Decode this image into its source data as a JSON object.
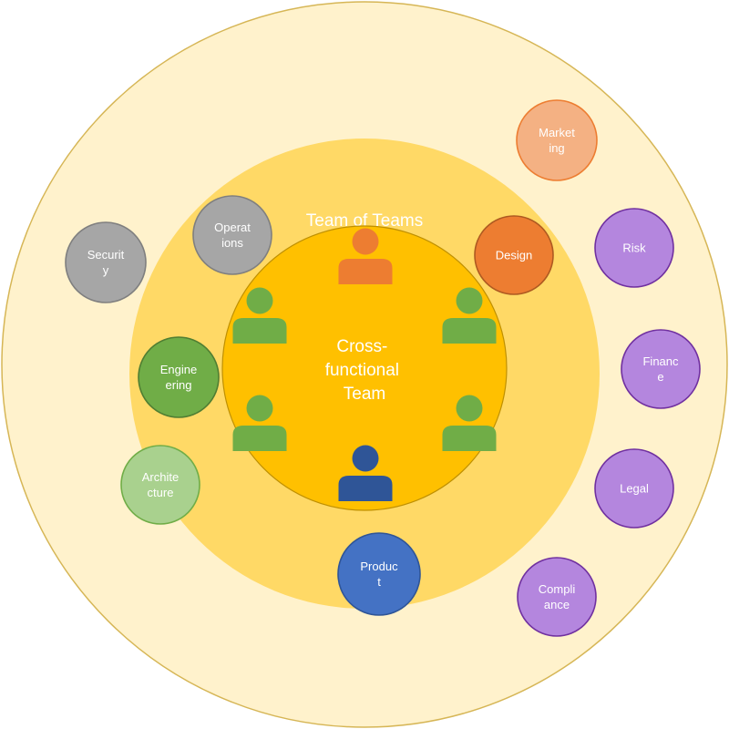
{
  "diagram": {
    "rings": {
      "outer": {
        "fill": "#FFF2CC",
        "stroke": "#D6B656"
      },
      "middle": {
        "fill": "#FFD966",
        "label": "Team of Teams"
      },
      "inner": {
        "fill": "#FFC000",
        "stroke": "#BF9000",
        "label_lines": [
          "Cross-",
          "functional",
          "Team"
        ]
      }
    },
    "member_icons": [
      {
        "name": "orange-person-icon",
        "color": "#ED7D31"
      },
      {
        "name": "green-person-icon-upper-left",
        "color": "#70AD47"
      },
      {
        "name": "green-person-icon-upper-right",
        "color": "#70AD47"
      },
      {
        "name": "green-person-icon-lower-left",
        "color": "#70AD47"
      },
      {
        "name": "green-person-icon-lower-right",
        "color": "#70AD47"
      },
      {
        "name": "blue-person-icon",
        "color": "#2F5597"
      }
    ],
    "nodes": [
      {
        "id": "marketing",
        "lines": [
          "Market",
          "ing"
        ],
        "fill": "#F4B183",
        "stroke": "#ED7D31"
      },
      {
        "id": "risk",
        "lines": [
          "Risk"
        ],
        "fill": "#B486DE",
        "stroke": "#7030A0"
      },
      {
        "id": "finance",
        "lines": [
          "Financ",
          "e"
        ],
        "fill": "#B486DE",
        "stroke": "#7030A0"
      },
      {
        "id": "legal",
        "lines": [
          "Legal"
        ],
        "fill": "#B486DE",
        "stroke": "#7030A0"
      },
      {
        "id": "compliance",
        "lines": [
          "Compli",
          "ance"
        ],
        "fill": "#B486DE",
        "stroke": "#7030A0"
      },
      {
        "id": "security",
        "lines": [
          "Securit",
          "y"
        ],
        "fill": "#A6A6A6",
        "stroke": "#7F7F7F"
      },
      {
        "id": "operations",
        "lines": [
          "Operat",
          "ions"
        ],
        "fill": "#A6A6A6",
        "stroke": "#7F7F7F"
      },
      {
        "id": "design",
        "lines": [
          "Design"
        ],
        "fill": "#ED7D31",
        "stroke": "#AE5A21"
      },
      {
        "id": "engineering",
        "lines": [
          "Engine",
          "ering"
        ],
        "fill": "#70AD47",
        "stroke": "#507E32"
      },
      {
        "id": "architecture",
        "lines": [
          "Archite",
          "cture"
        ],
        "fill": "#A9D18E",
        "stroke": "#70AD47"
      },
      {
        "id": "product",
        "lines": [
          "Produc",
          "t"
        ],
        "fill": "#4472C4",
        "stroke": "#2F5597"
      }
    ]
  }
}
